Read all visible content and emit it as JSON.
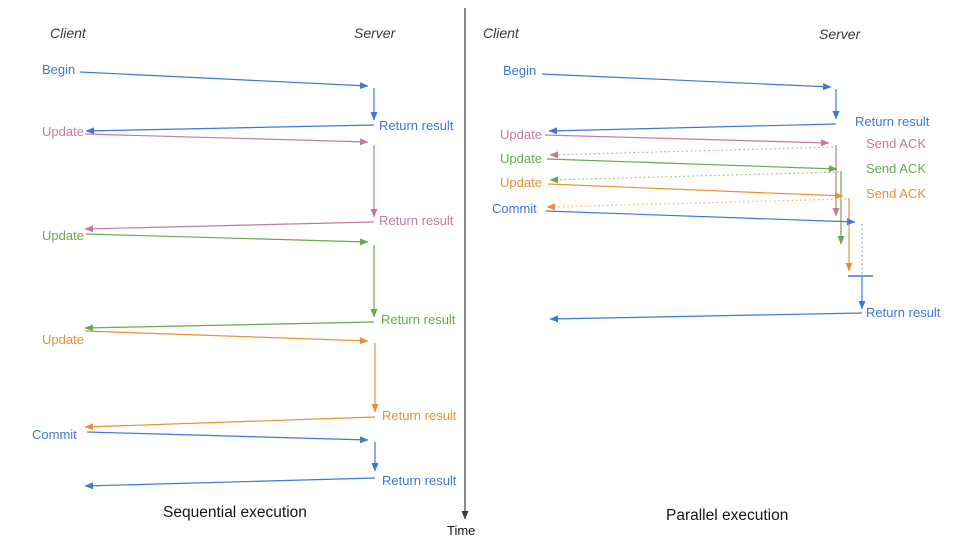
{
  "palette": {
    "blue": "#3c78d8",
    "pink": "#c27ba0",
    "green": "#6aa84f",
    "orange": "#e69138",
    "blue_light": "#82aaee",
    "pink_light": "#d9a6c2",
    "green_light": "#9ec889",
    "orange_light": "#f0bc88",
    "axis": "#3d3d3d",
    "header_text": "#3a3a3a",
    "caption_text": "#151515"
  },
  "left_diagram": {
    "client_header": "Client",
    "server_header": "Server",
    "caption": "Sequential execution",
    "messages": [
      {
        "request": "Begin",
        "response": "Return result"
      },
      {
        "request": "Update",
        "response": "Return result"
      },
      {
        "request": "Update",
        "response": "Return result"
      },
      {
        "request": "Update",
        "response": "Return result"
      },
      {
        "request": "Commit",
        "response": "Return result"
      }
    ]
  },
  "right_diagram": {
    "client_header": "Client",
    "server_header": "Server",
    "caption": "Parallel execution",
    "messages": [
      {
        "request": "Begin",
        "response": "Return result"
      },
      {
        "request": "Update",
        "response": "Send ACK"
      },
      {
        "request": "Update",
        "response": "Send ACK"
      },
      {
        "request": "Update",
        "response": "Send ACK"
      },
      {
        "request": "Commit",
        "response": "Return result"
      }
    ]
  },
  "time_axis": {
    "label": "Time"
  }
}
